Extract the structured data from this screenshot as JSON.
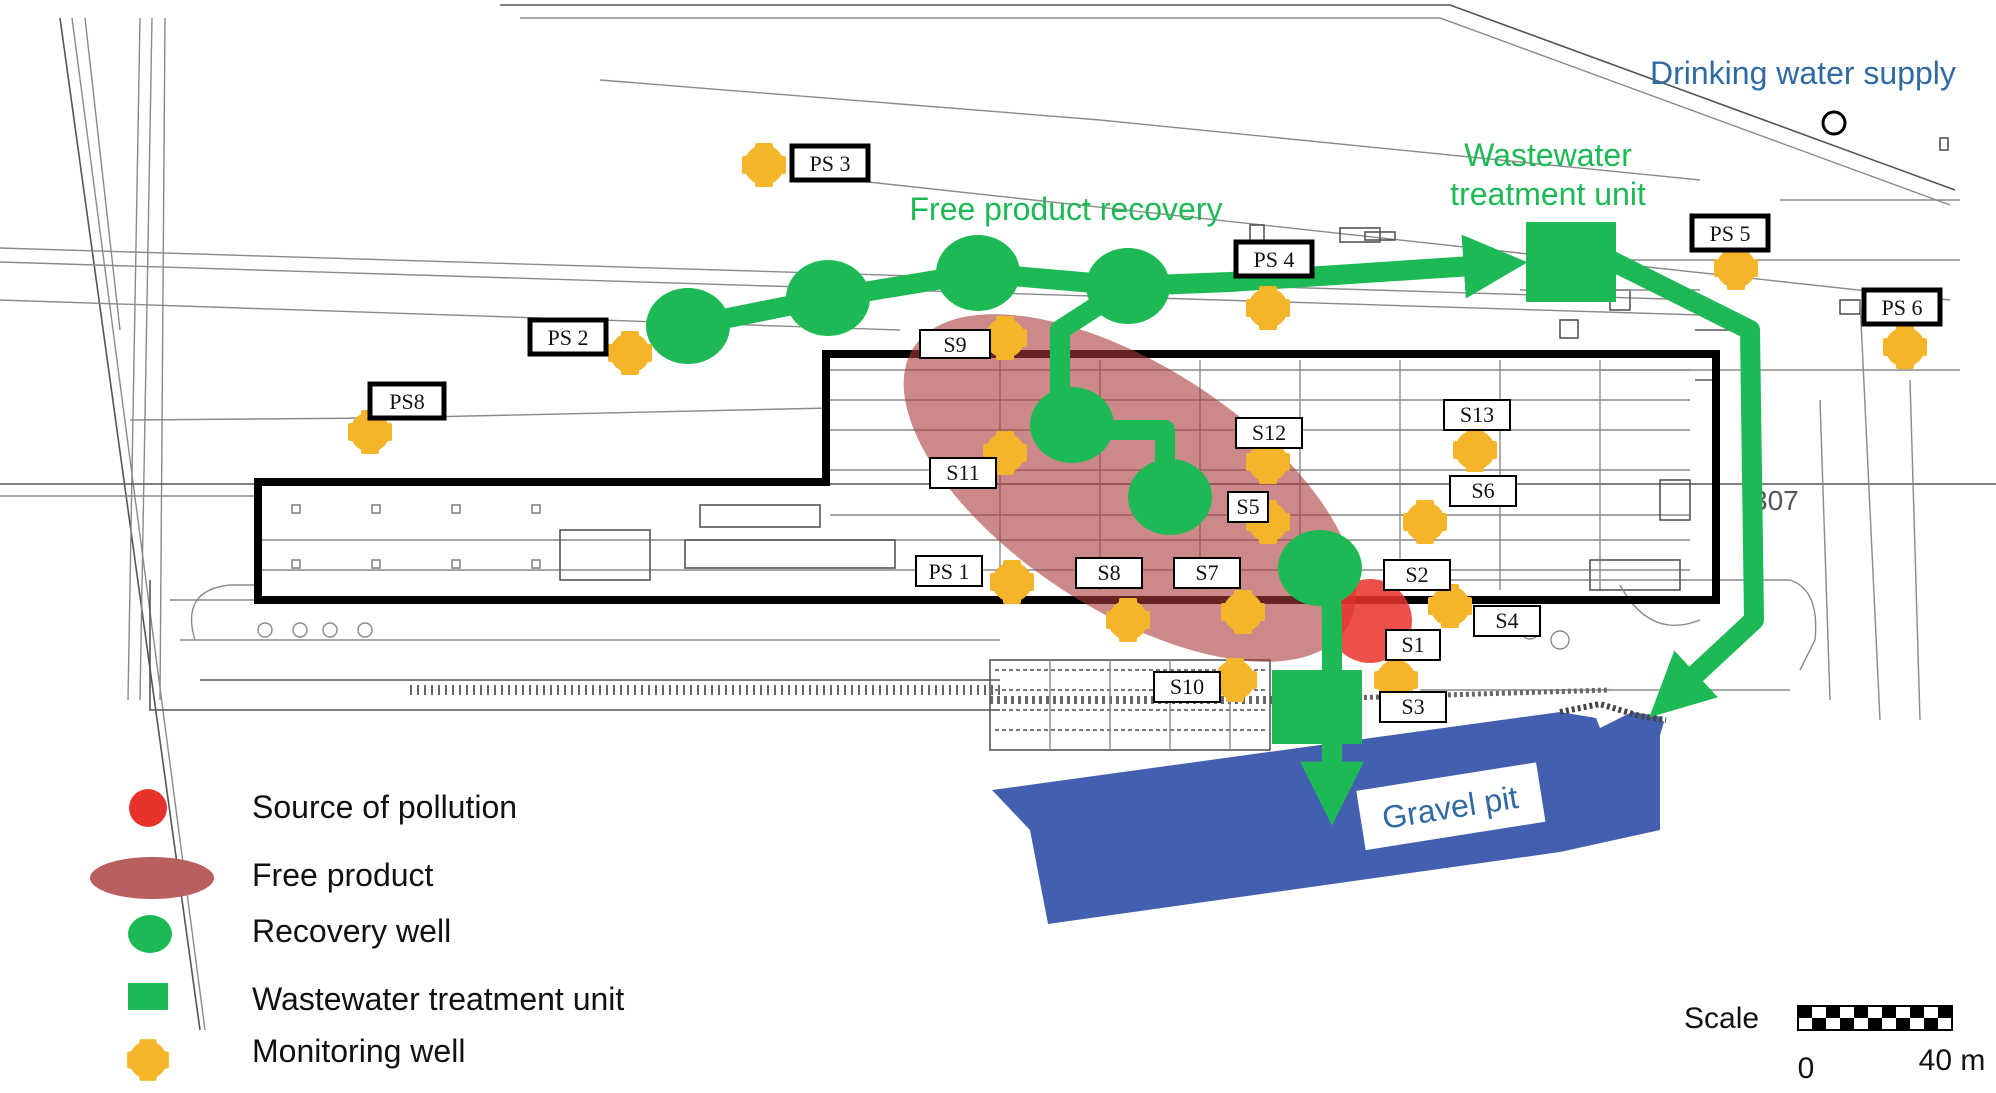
{
  "labels": {
    "drinking_water": "Drinking water supply",
    "wwtu_line1": "Wastewater",
    "wwtu_line2": "treatment unit",
    "free_product_recovery": "Free product recovery",
    "gravel_pit": "Gravel pit",
    "plan_number": "307"
  },
  "wells": {
    "PS3": "PS 3",
    "PS2": "PS 2",
    "PS4": "PS 4",
    "PS5": "PS 5",
    "PS6": "PS 6",
    "PS8": "PS8",
    "PS1": "PS 1",
    "S1": "S1",
    "S2": "S2",
    "S3": "S3",
    "S4": "S4",
    "S5": "S5",
    "S6": "S6",
    "S7": "S7",
    "S8": "S8",
    "S9": "S9",
    "S10": "S10",
    "S11": "S11",
    "S12": "S12",
    "S13": "S13"
  },
  "legend": {
    "source": "Source of pollution",
    "free_product": "Free product",
    "recovery_well": "Recovery well",
    "wwtu": "Wastewater treatment unit",
    "monitoring_well": "Monitoring well"
  },
  "scale": {
    "title": "Scale",
    "min": "0",
    "max": "40 m"
  },
  "colors": {
    "recovery": "#1db954",
    "monitoring": "#f5b52a",
    "pollution": "#e8312a",
    "free_product": "#a83a3a",
    "gravel_pit": "#4360b0",
    "blue_text": "#2f6aa3"
  }
}
